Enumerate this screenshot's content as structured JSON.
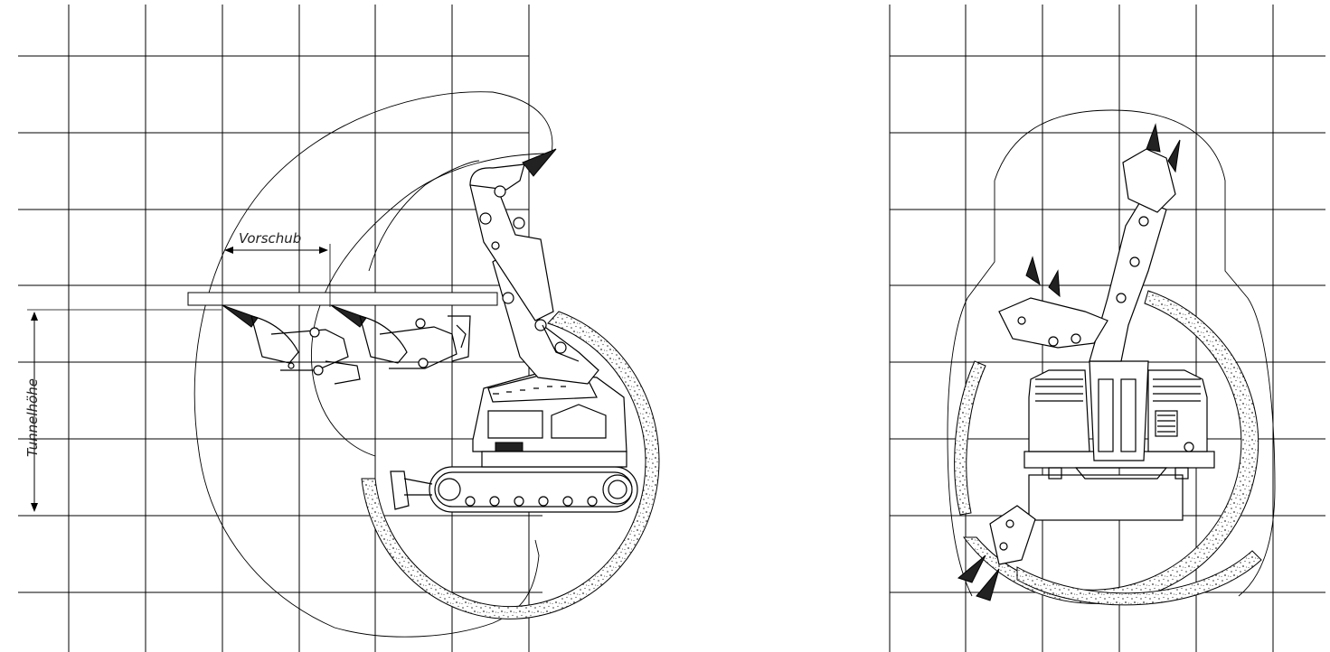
{
  "labels": {
    "feed": "Vorschub",
    "tunnel_height": "Tunnelhöhe"
  },
  "views": [
    {
      "name": "side-view"
    },
    {
      "name": "front-view"
    }
  ],
  "colors": {
    "line": "#000000",
    "background": "#ffffff",
    "concrete_dot": "#333333"
  }
}
